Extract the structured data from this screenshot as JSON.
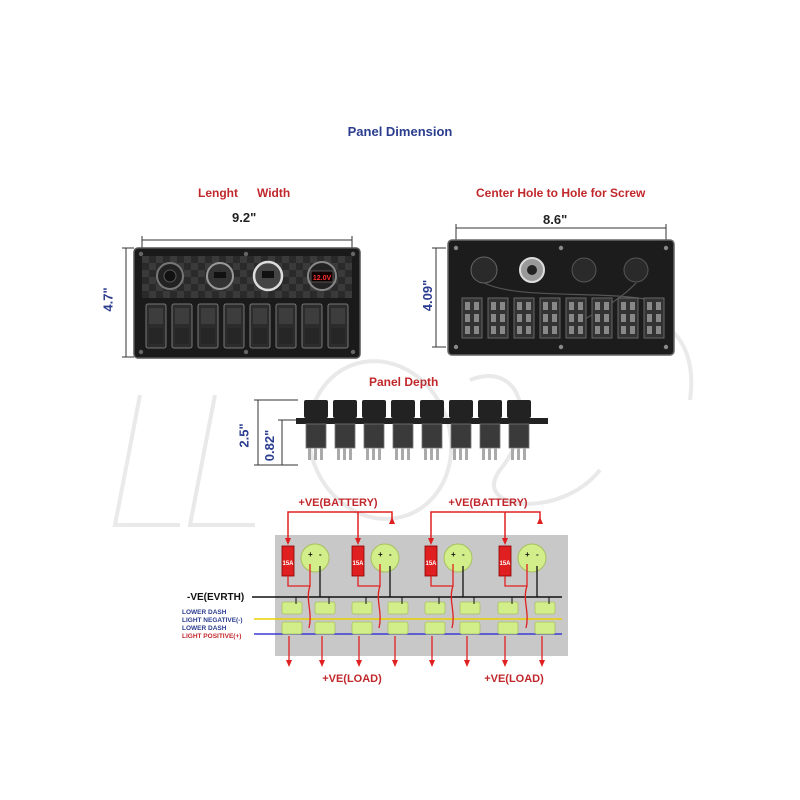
{
  "title": "Panel Dimension",
  "front_view": {
    "label_length": "Lenght",
    "label_width": "Width",
    "width_value": "9.2\"",
    "height_value": "4.7\"",
    "meter_text": "12.0V"
  },
  "back_view": {
    "label": "Center Hole to Hole for Screw",
    "width_value": "8.6\"",
    "height_value": "4.09\""
  },
  "depth_view": {
    "label": "Panel Depth",
    "total_depth": "2.5\"",
    "front_depth": "0.82\""
  },
  "wiring": {
    "battery_label_left": "+VE(BATTERY)",
    "battery_label_right": "+VE(BATTERY)",
    "ground_label": "-VE(EVRTH)",
    "lower_dash_neg_1": "LOWER DASH",
    "lower_dash_neg_2": "LIGHT NEGATIVE(-)",
    "lower_dash_pos_1": "LOWER DASH",
    "lower_dash_pos_2": "LIGHT POSITIVE(+)",
    "load_label_left": "+VE(LOAD)",
    "load_label_right": "+VE(LOAD)",
    "fuse_labels": [
      "15A",
      "15A",
      "15A",
      "15A"
    ],
    "socket_plus": "+",
    "socket_minus": "-"
  },
  "colors": {
    "title_blue": "#2b3d8f",
    "label_red": "#c0282c",
    "wire_red": "#e02020",
    "wire_black": "#111111",
    "wire_yellow": "#e8d000",
    "wire_blue": "#3b3bd0",
    "board_gray": "#c8c8c8",
    "terminal_green": "#d2ee8a"
  }
}
